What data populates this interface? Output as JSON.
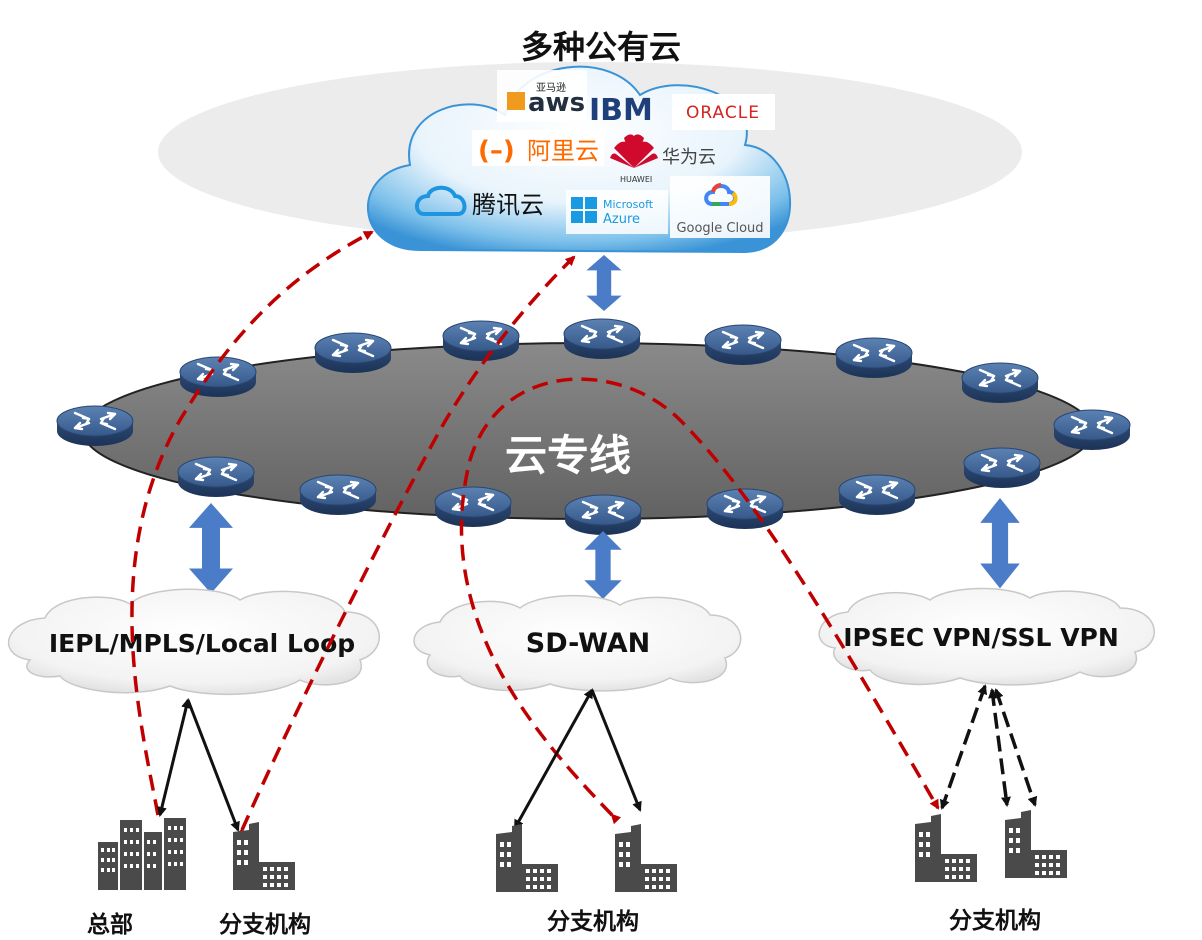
{
  "title": "多种公有云",
  "center_label": "云专线",
  "clouds": {
    "left": "IEPL/MPLS/Local Loop",
    "middle": "SD-WAN",
    "right": "IPSEC VPN/SSL VPN"
  },
  "buildings": {
    "hq": "总部",
    "branch1": "分支机构",
    "branch2": "分支机构",
    "branch3": "分支机构"
  },
  "logos": {
    "aws_small": "亚马逊",
    "aws": "aws",
    "ibm": "IBM",
    "oracle": "ORACLE",
    "alibaba": "阿里云",
    "huawei": "华为云",
    "huawei_small": "HUAWEI",
    "tencent": "腾讯云",
    "azure_line1": "Microsoft",
    "azure_line2": "Azure",
    "google": "Google Cloud"
  },
  "icons": {
    "router": "router-icon",
    "building": "building-icon",
    "arrow": "double-arrow-icon"
  },
  "colors": {
    "dashed_red": "#c00000",
    "blue_arrow": "#4a7cc8",
    "ring_fill": "#777777",
    "router_fill": "#3d6394"
  }
}
